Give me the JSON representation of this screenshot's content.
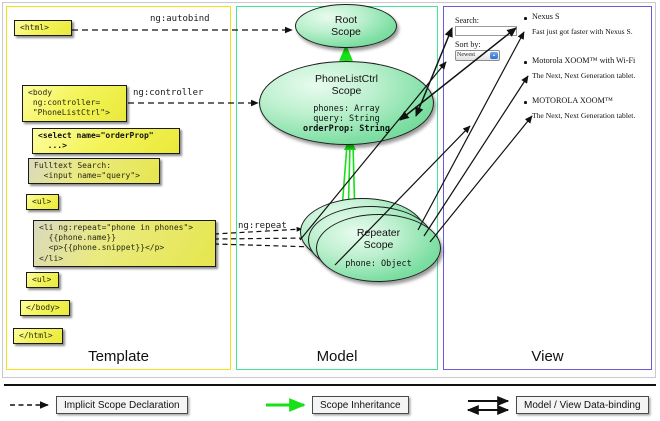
{
  "panels": {
    "template": {
      "label": "Template",
      "border_color": "#f2e21a"
    },
    "model": {
      "label": "Model",
      "border_color": "#44e39a"
    },
    "view": {
      "label": "View",
      "border_color": "#6a5bdc"
    }
  },
  "template_boxes": [
    {
      "id": "html-open",
      "text": "<html>"
    },
    {
      "id": "body-open",
      "text": "<body\n ng:controller=\n \"PhoneListCtrl\">"
    },
    {
      "id": "select",
      "text": "<select name=\"orderProp\"\n  ...>"
    },
    {
      "id": "fulltext",
      "text": "Fulltext Search:\n  <input name=\"query\">"
    },
    {
      "id": "ul-open",
      "text": "<ul>"
    },
    {
      "id": "li-repeat",
      "text": "<li ng:repeat=\"phone in phones\">\n  {{phone.name}}\n  <p>{{phone.snippet}}</p>\n</li>"
    },
    {
      "id": "ul-close",
      "text": "<ul>"
    },
    {
      "id": "body-close",
      "text": "</body>"
    },
    {
      "id": "html-close",
      "text": "</html>"
    }
  ],
  "connectors": [
    {
      "id": "ng-autobind",
      "label": "ng:autobind"
    },
    {
      "id": "ng-controller",
      "label": "ng:controller"
    },
    {
      "id": "ng-repeat",
      "label": "ng:repeat"
    }
  ],
  "model_scopes": [
    {
      "id": "root-scope",
      "title_line1": "Root",
      "title_line2": "Scope",
      "properties": []
    },
    {
      "id": "phonelistctrl-scope",
      "title_line1": "PhoneListCtrl",
      "title_line2": "Scope",
      "properties": [
        {
          "text": "phones: Array",
          "bold": false
        },
        {
          "text": "query: String",
          "bold": false
        },
        {
          "text": "orderProp: String",
          "bold": true
        }
      ]
    },
    {
      "id": "repeater-scope",
      "title_line1": "Repeater",
      "title_line2": "Scope",
      "properties": [
        {
          "text": "phone: Object",
          "bold": false
        }
      ]
    }
  ],
  "view": {
    "search_label": "Search:",
    "search_value": "",
    "search_placeholder": "",
    "sort_label": "Sort by:",
    "sort_selected": "Newest",
    "sort_options": [
      "Newest"
    ],
    "phones": [
      {
        "name": "Nexus S",
        "snippet": "Fast just got faster with Nexus S."
      },
      {
        "name": "Motorola XOOM™  with Wi-Fi",
        "snippet": "The Next, Next Generation tablet."
      },
      {
        "name": "MOTOROLA XOOM™",
        "snippet": "The Next, Next Generation tablet."
      }
    ]
  },
  "legend": [
    {
      "id": "implicit-scope-declaration",
      "label": "Implicit Scope Declaration",
      "arrow": "dashed-black",
      "color": "#111111"
    },
    {
      "id": "scope-inheritance",
      "label": "Scope Inheritance",
      "arrow": "solid-green",
      "color": "#00e400"
    },
    {
      "id": "model-view-data-binding",
      "label": "Model / View Data-binding",
      "arrow": "double-solid-black",
      "color": "#111111"
    }
  ]
}
